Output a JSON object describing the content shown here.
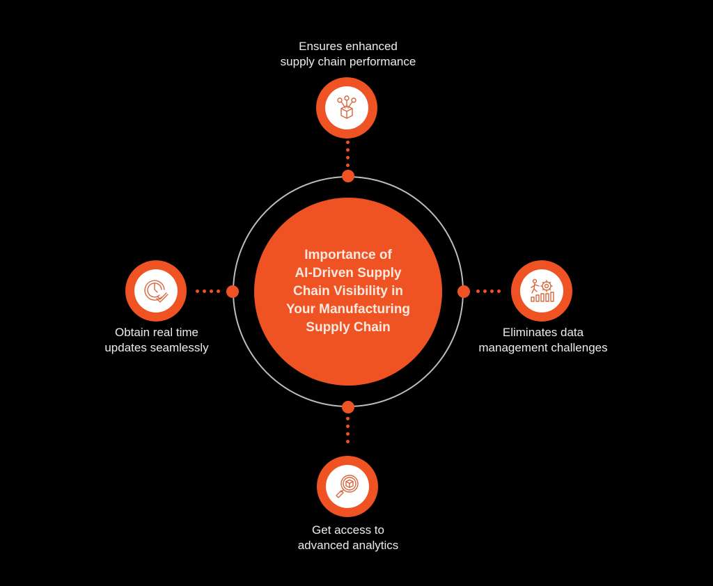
{
  "colors": {
    "background": "#000000",
    "accent": "#F05323",
    "ring": "#BDBDBD",
    "icon_stroke": "#D9663C",
    "text": "#ECECEC"
  },
  "center": {
    "title_lines": [
      "Importance of",
      "AI-Driven Supply",
      "Chain Visibility in",
      "Your Manufacturing",
      "Supply Chain"
    ]
  },
  "nodes": {
    "top": {
      "icon": "network-box-icon",
      "label_lines": [
        "Ensures enhanced",
        "supply chain performance"
      ]
    },
    "left": {
      "icon": "clock-check-icon",
      "label_lines": [
        "Obtain real time",
        "updates seamlessly"
      ]
    },
    "right": {
      "icon": "person-gear-chart-icon",
      "label_lines": [
        "Eliminates data",
        "management challenges"
      ]
    },
    "bottom": {
      "icon": "magnifier-box-icon",
      "label_lines": [
        "Get access to",
        "advanced analytics"
      ]
    }
  }
}
